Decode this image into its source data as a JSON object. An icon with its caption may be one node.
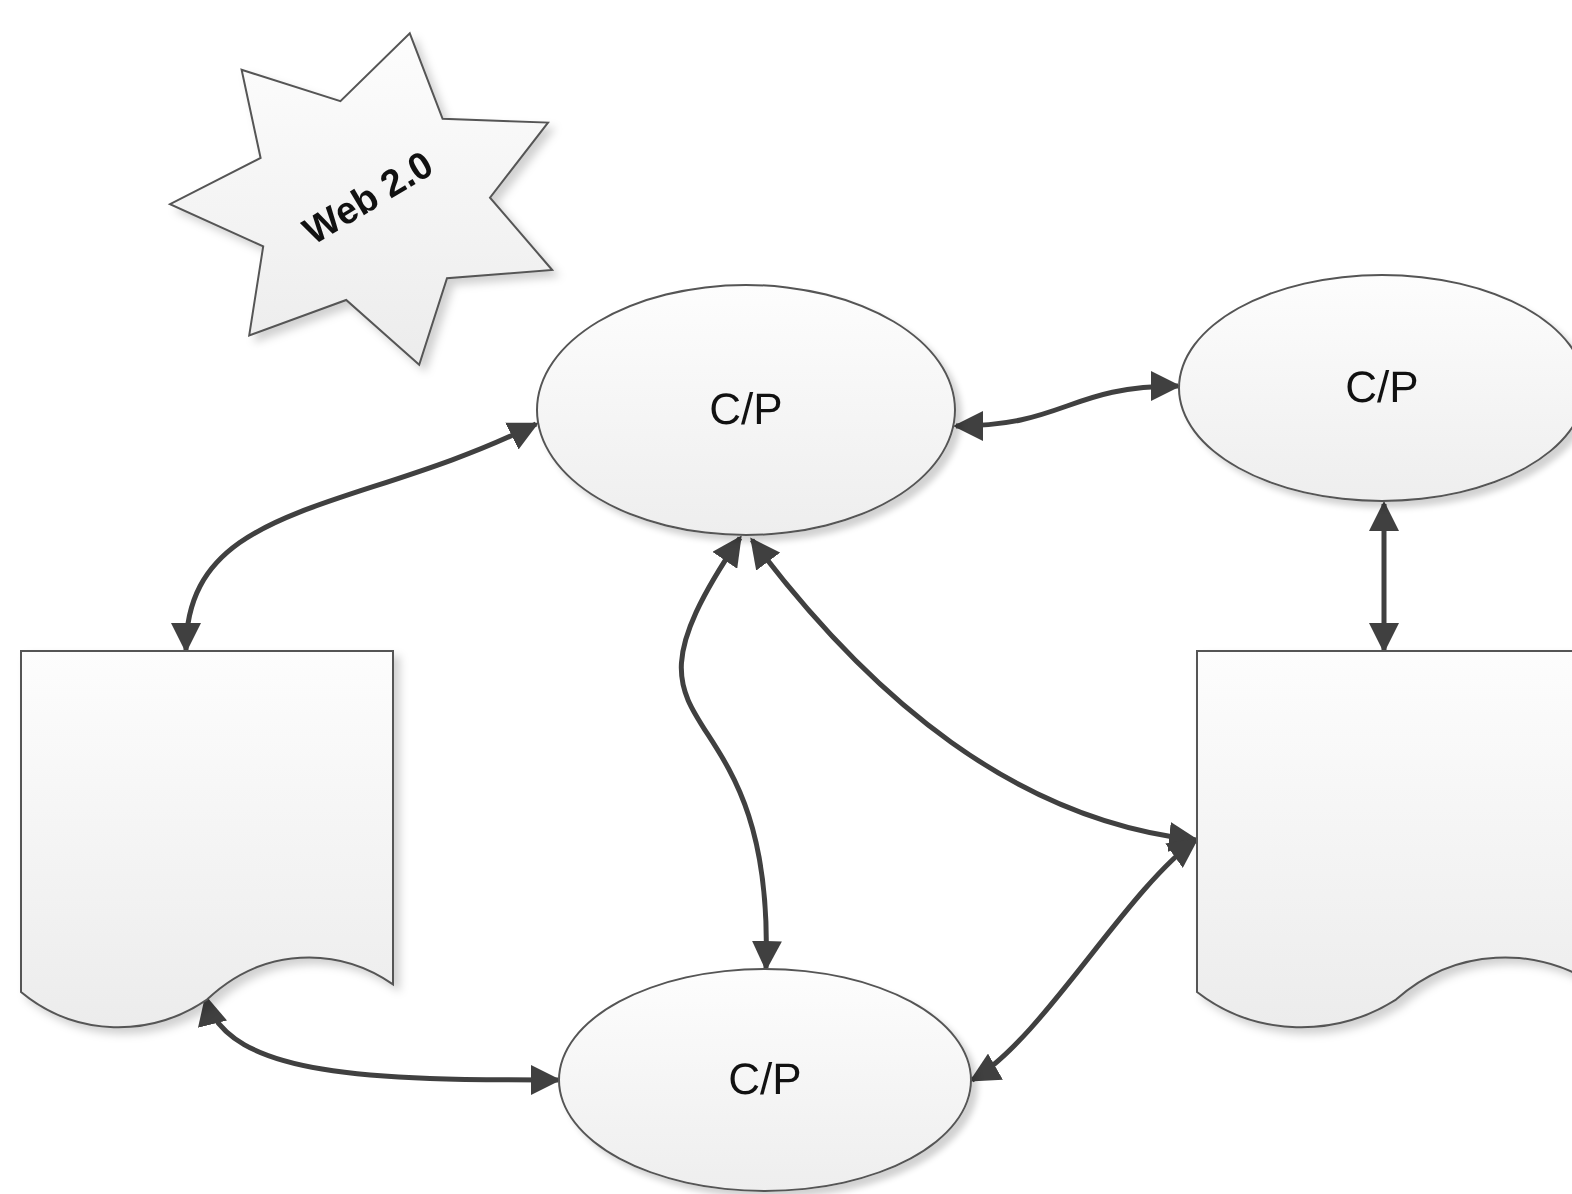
{
  "diagram": {
    "nodes": [
      {
        "text": [
          "Web 2.0"
        ]
      },
      {
        "text": [
          "C/P"
        ]
      },
      {
        "text": [
          "C/P"
        ]
      },
      {
        "text": [],
        "shape": "document"
      },
      {
        "text": [],
        "shape": "document"
      },
      {
        "text": [
          "C/P"
        ]
      }
    ],
    "edges": [
      {
        "from": 1,
        "to": 3,
        "arrow": "both"
      },
      {
        "from": 1,
        "to": 2,
        "arrow": "both"
      },
      {
        "from": 2,
        "to": 4,
        "arrow": "both"
      },
      {
        "from": 1,
        "to": 5,
        "arrow": "both"
      },
      {
        "from": 1,
        "to": 4,
        "arrow": "both"
      },
      {
        "from": 3,
        "to": 5,
        "arrow": "both"
      },
      {
        "from": 5,
        "to": 4,
        "arrow": "both"
      }
    ]
  }
}
